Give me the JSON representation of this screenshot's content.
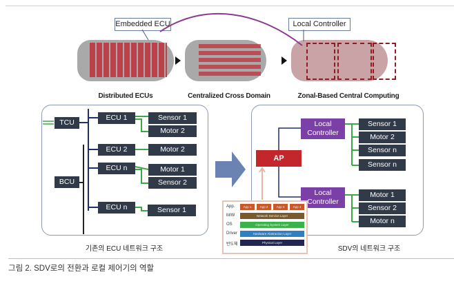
{
  "top_section": {
    "callouts": {
      "embedded_ecu": "Embedded ECU",
      "local_controller": "Local Controller"
    },
    "stages": [
      {
        "label": "Distributed ECUs"
      },
      {
        "label": "Centralized Cross Domain"
      },
      {
        "label": "Zonal-Based Central Computing"
      }
    ]
  },
  "legacy_panel": {
    "caption": "기존의 ECU 네트워크 구조",
    "tcu": "TCU",
    "bcu": "BCU",
    "ecus": [
      {
        "label": "ECU 1",
        "devices": [
          "Sensor 1",
          "Motor 2"
        ]
      },
      {
        "label": "ECU 2",
        "devices": [
          "Motor 2"
        ]
      },
      {
        "label": "ECU n",
        "devices": [
          "Motor 1",
          "Sensor 2"
        ]
      },
      {
        "label": "ECU n",
        "devices": [
          "Sensor 1"
        ]
      }
    ]
  },
  "sdv_panel": {
    "caption": "SDV의 네트워크 구조",
    "ap": "AP",
    "controllers": [
      {
        "label": "Local Controller",
        "devices": [
          "Sensor 1",
          "Motor 2",
          "Sensor n",
          "Sensor n"
        ]
      },
      {
        "label": "Local Controller",
        "devices": [
          "Motor 1",
          "Sensor 2",
          "Motor n"
        ]
      }
    ]
  },
  "software_stack": {
    "layers": [
      {
        "label": "App.",
        "apps": [
          "App 1",
          "App 2",
          "App 3",
          "App 4"
        ],
        "color": "#c8572a"
      },
      {
        "label": "M/W",
        "bar": "Network Service Layer",
        "color": "#7a5a2a"
      },
      {
        "label": "OS",
        "bar": "Operating System Layer",
        "color": "#3bb24a"
      },
      {
        "label": "Driver",
        "bar": "Hardware Abstraction Layer",
        "color": "#2f7fc1"
      },
      {
        "label": "반도체",
        "bar": "Physical Layer",
        "color": "#23264f"
      }
    ]
  },
  "figure_caption": "그림 2. SDV로의 전환과 로컬 제어기의 역할",
  "colors": {
    "ecu_box": "#313a49",
    "local_controller": "#7b3fa8",
    "ap": "#c3262b",
    "bus_line": "#1f2d6b",
    "device_link": "#3aa845",
    "callout_curve": "#8a3b8f"
  }
}
